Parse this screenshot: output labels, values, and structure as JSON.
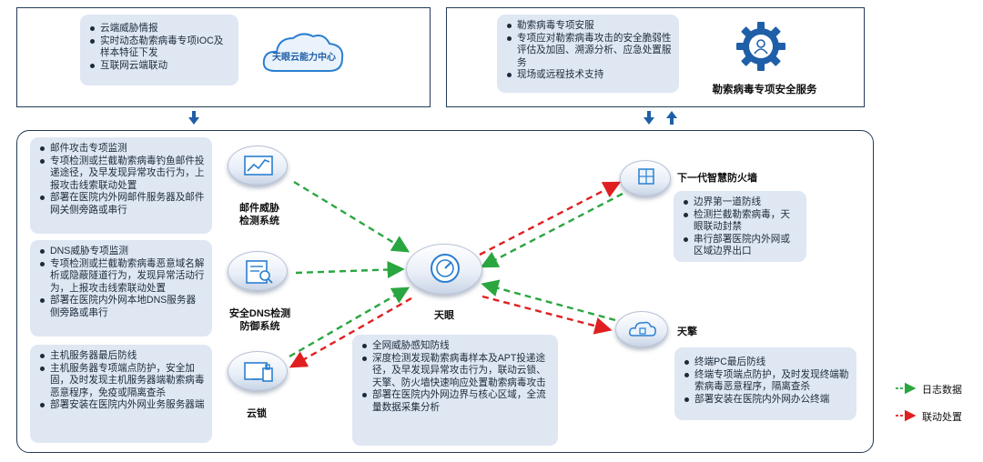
{
  "top_left": {
    "items": [
      "云端威胁情报",
      "实时动态勒索病毒专项IOC及样本特征下发",
      "互联网云端联动"
    ],
    "cloud_label": "天眼云能力中心"
  },
  "top_right": {
    "items": [
      "勒索病毒专项安服",
      "专项应对勒索病毒攻击的安全脆弱性评估及加固、溯源分析、应急处置服务",
      "现场或远程技术支持"
    ],
    "service_label": "勒索病毒专项安全服务"
  },
  "mail": {
    "label_line1": "邮件威胁",
    "label_line2": "检测系统",
    "items": [
      "邮件攻击专项监测",
      "专项检测或拦截勒索病毒钓鱼邮件投递途径，及早发现异常攻击行为，上报攻击线索联动处置",
      "部署在医院内外网邮件服务器及邮件网关侧旁路或串行"
    ]
  },
  "dns": {
    "label_line1": "安全DNS检测",
    "label_line2": "防御系统",
    "items": [
      "DNS威胁专项监测",
      "专项检测或拦截勒索病毒恶意域名解析或隐蔽隧道行为，发现异常活动行为，上报攻击线索联动处置",
      "部署在医院内外网本地DNS服务器侧旁路或串行"
    ]
  },
  "yunsuo": {
    "label": "云锁",
    "items": [
      "主机服务器最后防线",
      "主机服务器专项端点防护，安全加固，及时发现主机服务器端勒索病毒恶意程序，免疫或隔离查杀",
      "部署安装在医院内外网业务服务器端"
    ]
  },
  "tianyan": {
    "label": "天眼",
    "items": [
      "全网威胁感知防线",
      "深度检测发现勒索病毒样本及APT投递途径，及早发现异常攻击行为，联动云锁、天擎、防火墙快速响应处置勒索病毒攻击",
      "部署在医院内外网边界与核心区域，全流量数据采集分析"
    ]
  },
  "firewall": {
    "label": "下一代智慧防火墙",
    "items": [
      "边界第一道防线",
      "检测拦截勒索病毒，天眼联动封禁",
      "串行部署医院内外网或区域边界出口"
    ]
  },
  "tianqing": {
    "label": "天擎",
    "items": [
      "终端PC最后防线",
      "终端专项端点防护，及时发现终端勒索病毒恶意程序，隔离查杀",
      "部署安装在医院内外网办公终端"
    ]
  },
  "legend": {
    "log": "日志数据",
    "linkage": "联动处置"
  },
  "colors": {
    "log": "#2aa640",
    "linkage": "#e02020",
    "accent": "#1f5fa8",
    "note_bg": "#dfe7f3"
  }
}
